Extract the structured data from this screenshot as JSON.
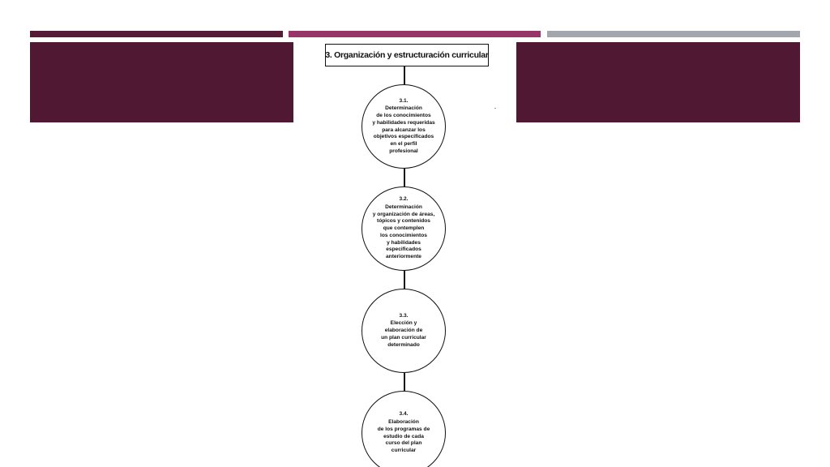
{
  "colors": {
    "stripe_left": "#551a36",
    "stripe_middle": "#973468",
    "stripe_right": "#a3a6ad",
    "block": "#511834"
  },
  "diagram": {
    "title": "3. Organización y estructuración curricular",
    "steps": [
      {
        "number": "3.1.",
        "text": "Determinación\nde los conocimientos\ny habilidades requeridas\npara alcanzar los\nobjetivos especificados\nen el perfil\nprofesional"
      },
      {
        "number": "3.2.",
        "text": "Determinación\ny organización de áreas,\ntópicos y contenidos\nque contemplen\nlos conocimientos\ny habilidades\nespecificados\nanteriormente"
      },
      {
        "number": "3.3.",
        "text": "Elección y\nelaboración de\nun plan curricular\ndeterminado"
      },
      {
        "number": "3.4.",
        "text": "Elaboración\nde los programas de\nestudio de cada\ncurso del plan\ncurricular"
      }
    ]
  }
}
